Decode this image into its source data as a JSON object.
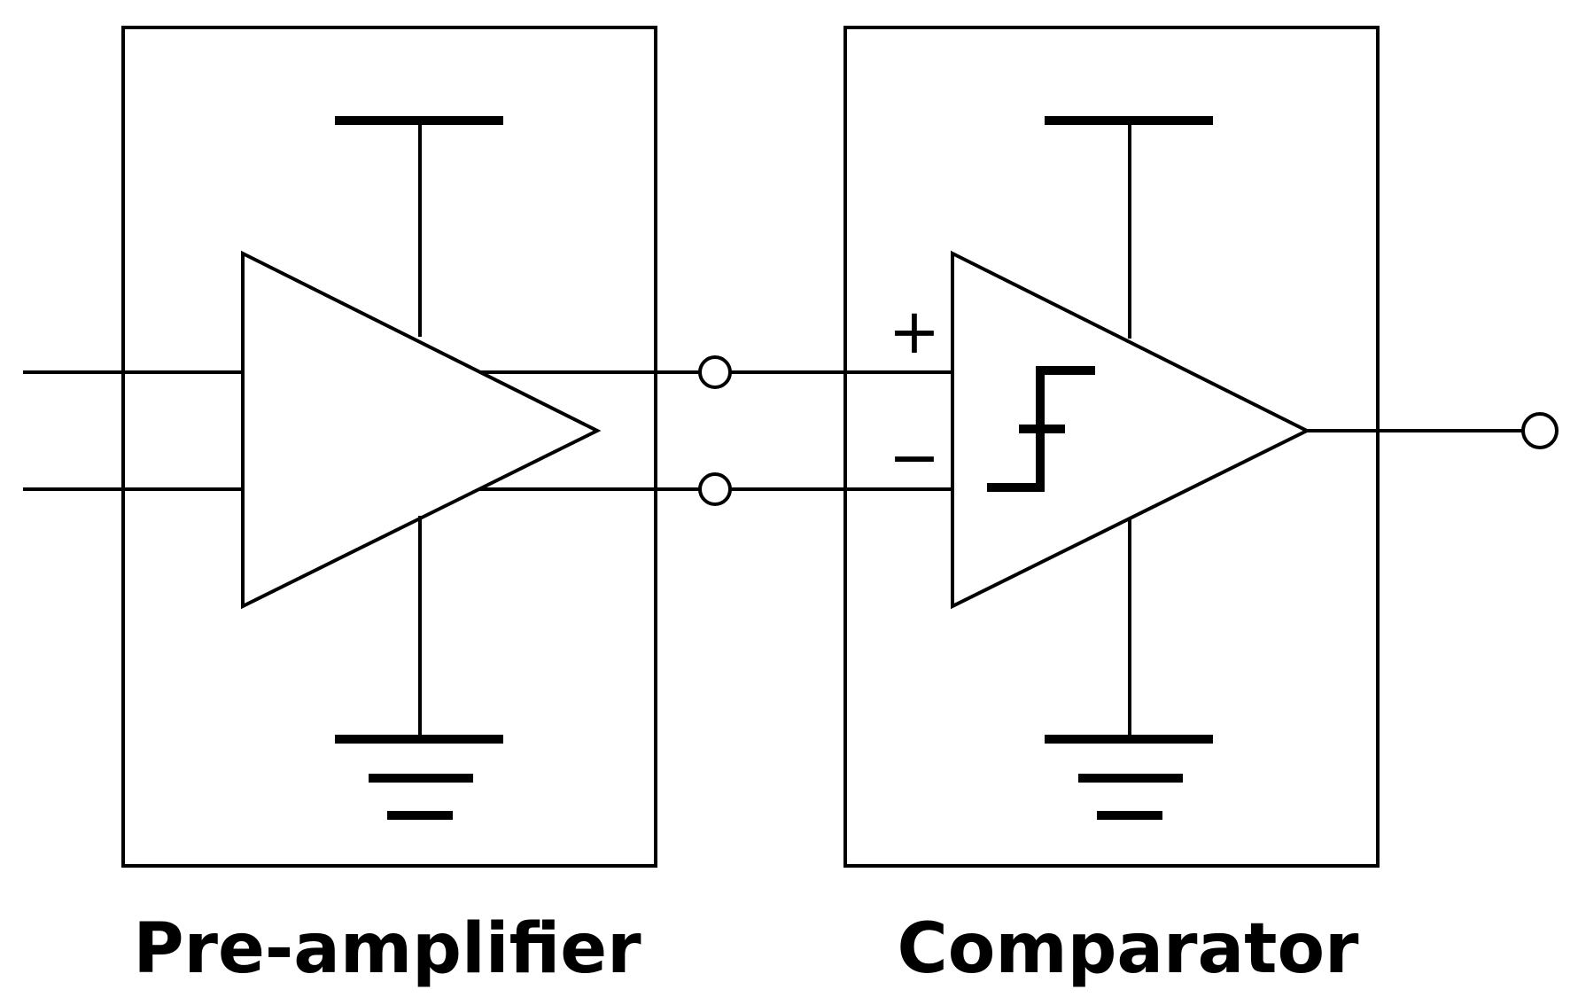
{
  "diagram": {
    "blocks": [
      {
        "id": "pre-amplifier",
        "label": "Pre-amplifier"
      },
      {
        "id": "comparator",
        "label": "Comparator"
      }
    ],
    "comparator_inputs": {
      "plus_sign": "+",
      "minus_sign": "−"
    },
    "symbols": {
      "amplifier_symbol": "triangle-amplifier-icon",
      "comparator_symbol": "triangle-comparator-icon",
      "hysteresis_symbol": "hysteresis-icon",
      "supply_symbol": "supply-rail-icon",
      "ground_symbol": "ground-icon",
      "terminal_symbol": "terminal-circle-icon"
    },
    "colors": {
      "line": "#000000",
      "background": "#ffffff"
    }
  }
}
